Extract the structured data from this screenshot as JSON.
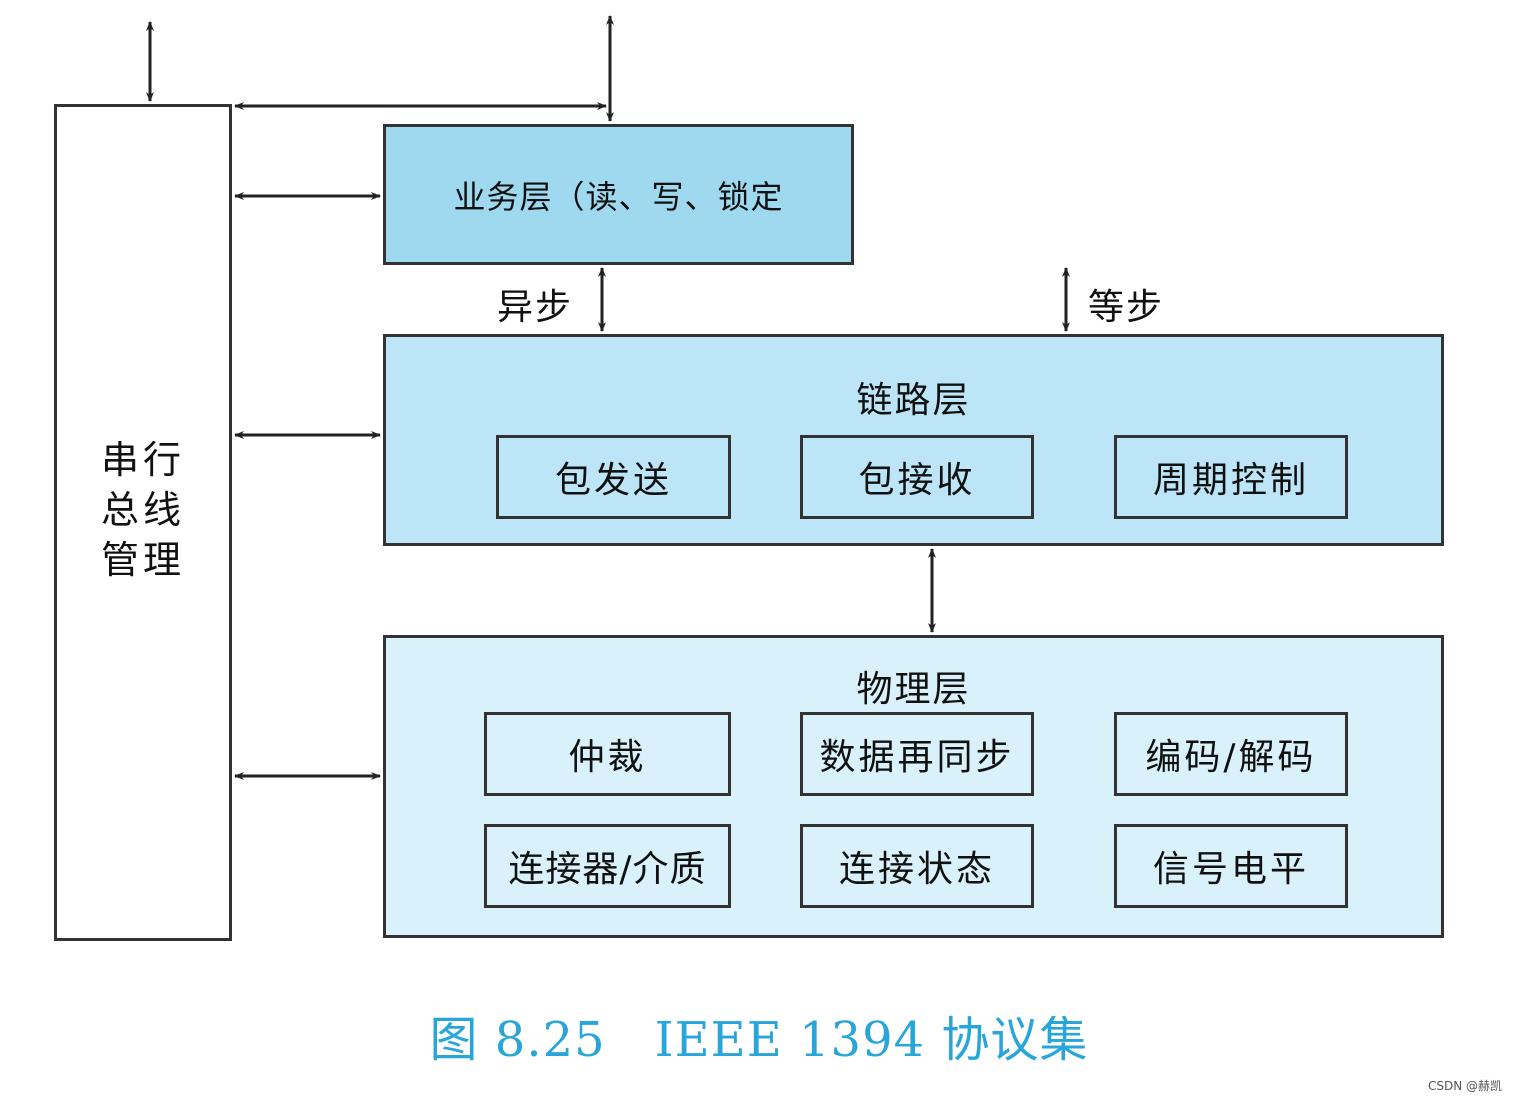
{
  "serial_bus_management": {
    "label_lines": [
      "串行",
      "总线",
      "管理"
    ]
  },
  "transaction_layer": {
    "label": "业务层（读、写、锁定"
  },
  "async_label": "异步",
  "iso_label": "等步",
  "link_layer": {
    "title": "链路层",
    "items": [
      "包发送",
      "包接收",
      "周期控制"
    ]
  },
  "physical_layer": {
    "title": "物理层",
    "items": [
      "仲裁",
      "数据再同步",
      "编码/解码",
      "连接器/介质",
      "连接状态",
      "信号电平"
    ]
  },
  "caption": "图 8.25　IEEE 1394 协议集",
  "watermark": "CSDN @赫凯",
  "colors": {
    "transaction_fill": "#9ed9f0",
    "link_fill": "#bce5f7",
    "physical_fill": "#d9f1fb",
    "caption": "#29a6d9"
  }
}
